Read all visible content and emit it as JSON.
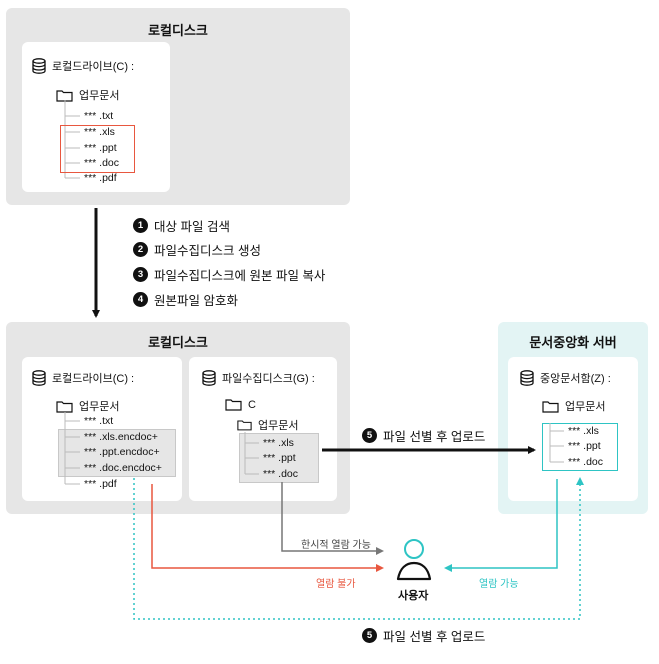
{
  "top_panel": {
    "title": "로컬디스크",
    "drive": "로컬드라이브(C) :",
    "folder": "업무문서",
    "files": [
      "*** .txt",
      "*** .xls",
      "*** .ppt",
      "*** .doc",
      "*** .pdf"
    ]
  },
  "steps": [
    {
      "num": "1",
      "text": "대상 파일 검색"
    },
    {
      "num": "2",
      "text": "파일수집디스크 생성"
    },
    {
      "num": "3",
      "text": "파일수집디스크에 원본 파일 복사"
    },
    {
      "num": "4",
      "text": "원본파일 암호화"
    }
  ],
  "bottom_panel": {
    "title": "로컬디스크",
    "drive_c": "로컬드라이브(C) :",
    "folder_c": "업무문서",
    "files_c": [
      "*** .txt",
      "*** .xls.encdoc+",
      "*** .ppt.encdoc+",
      "*** .doc.encdoc+",
      "*** .pdf"
    ],
    "drive_g": "파일수집디스크(G) :",
    "folder_g_root": "C",
    "folder_g": "업무문서",
    "files_g": [
      "*** .xls",
      "*** .ppt",
      "*** .doc"
    ]
  },
  "server": {
    "title": "문서중앙화 서버",
    "drive": "중앙문서함(Z) :",
    "folder": "업무문서",
    "files": [
      "*** .xls",
      "*** .ppt",
      "*** .doc"
    ]
  },
  "upload": {
    "num": "5",
    "text": "파일 선별 후 업로드"
  },
  "upload_bottom": {
    "num": "5",
    "text": "파일 선별 후 업로드"
  },
  "user": {
    "label": "사용자"
  },
  "access": {
    "temp": "한시적 열람 가능",
    "denied": "열람 불가",
    "allowed": "열람 가능"
  },
  "colors": {
    "red": "#e8573f",
    "teal": "#2ec4c4",
    "grey_arrow": "#777777"
  }
}
